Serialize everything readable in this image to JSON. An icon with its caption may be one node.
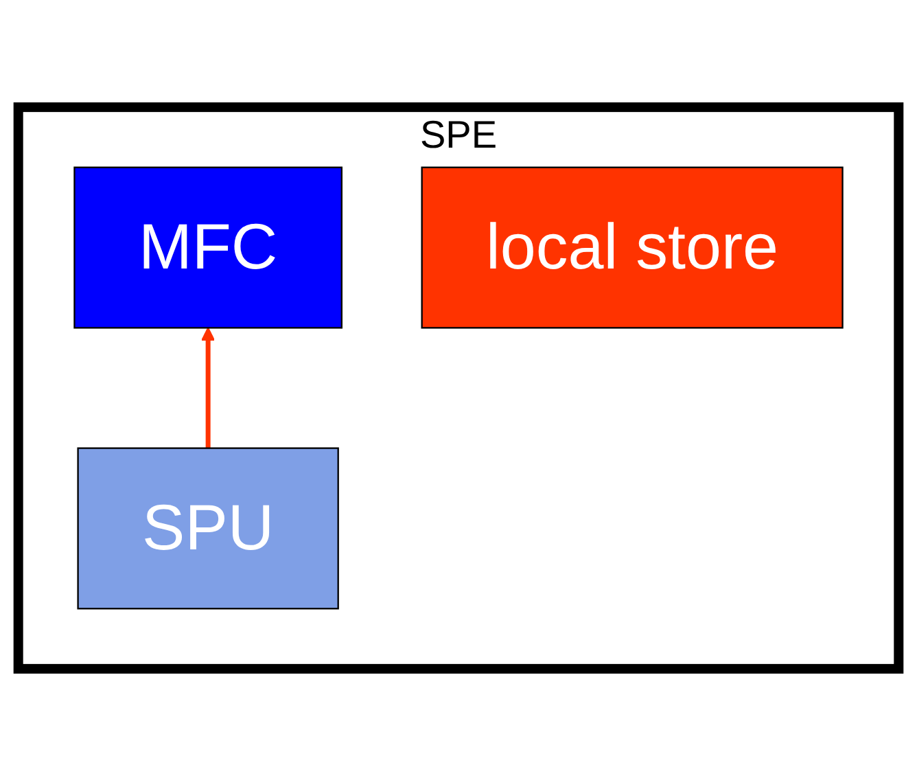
{
  "diagram": {
    "nodes": [
      {
        "text": [
          "SPE"
        ]
      },
      {
        "text": [
          "MFC"
        ],
        "in": 0
      },
      {
        "text": [
          "local store"
        ],
        "in": 0
      },
      {
        "text": [
          "SPU"
        ],
        "in": 0
      }
    ],
    "edges": [
      {
        "from": 3,
        "to": 1,
        "arrow": "to",
        "color": "#ff3300"
      }
    ]
  }
}
